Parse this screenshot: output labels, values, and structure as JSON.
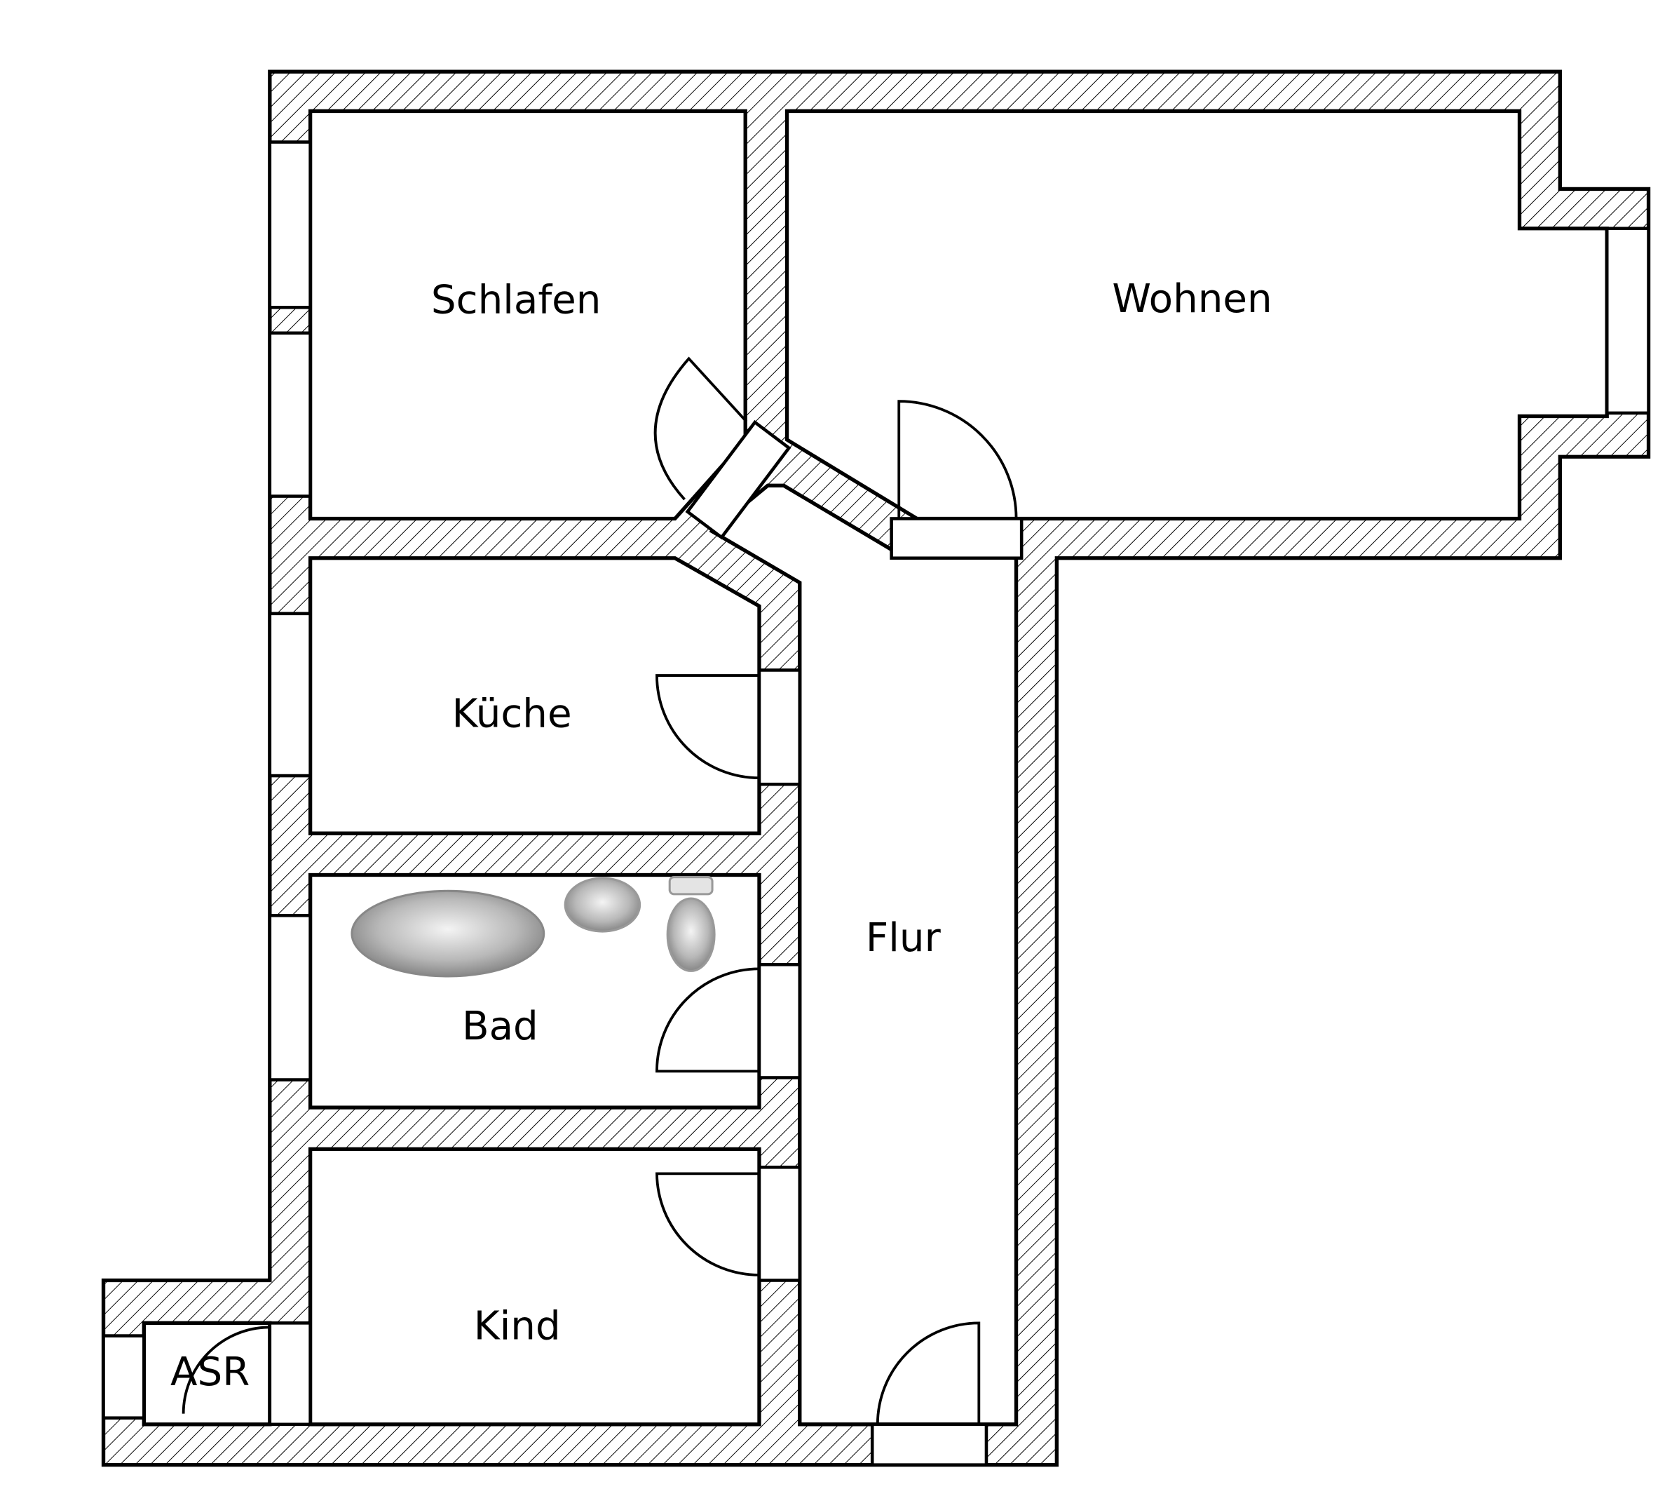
{
  "rooms": {
    "schlafen": "Schlafen",
    "wohnen": "Wohnen",
    "kueche": "Küche",
    "flur": "Flur",
    "bad": "Bad",
    "kind": "Kind",
    "asr": "ASR"
  },
  "colors": {
    "wall_hatch": "#000000",
    "background": "#ffffff",
    "fixture": "#b8b8b8"
  }
}
